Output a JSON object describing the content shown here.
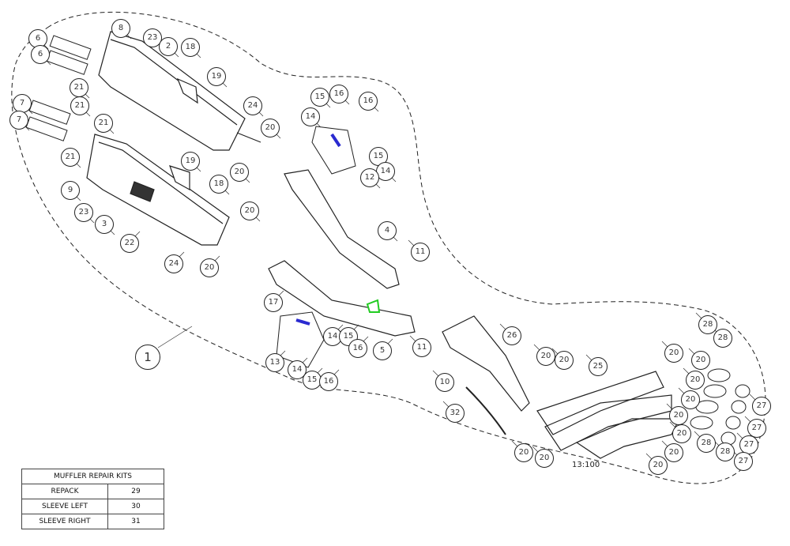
{
  "diagram": {
    "assembly_callout": "1",
    "scale_label": "13:100",
    "callouts": [
      "6",
      "6",
      "8",
      "23",
      "2",
      "18",
      "19",
      "21",
      "21",
      "21",
      "7",
      "7",
      "21",
      "9",
      "23",
      "3",
      "22",
      "19",
      "18",
      "24",
      "20",
      "20",
      "20",
      "24",
      "20",
      "15",
      "16",
      "14",
      "16",
      "15",
      "14",
      "12",
      "4",
      "11",
      "17",
      "13",
      "14",
      "15",
      "16",
      "14",
      "15",
      "16",
      "5",
      "11",
      "26",
      "10",
      "32",
      "20",
      "20",
      "20",
      "20",
      "25",
      "20",
      "28",
      "28",
      "20",
      "20",
      "20",
      "20",
      "20",
      "20",
      "20",
      "28",
      "28",
      "27",
      "27",
      "27",
      "27"
    ],
    "colors": {
      "line": "#222222",
      "accent_blue": "#2a2ad0",
      "accent_green": "#22cc22"
    }
  },
  "repair_kits": {
    "title": "MUFFLER REPAIR KITS",
    "rows": [
      {
        "name": "REPACK",
        "part": "29"
      },
      {
        "name": "SLEEVE LEFT",
        "part": "30"
      },
      {
        "name": "SLEEVE RIGHT",
        "part": "31"
      }
    ]
  }
}
